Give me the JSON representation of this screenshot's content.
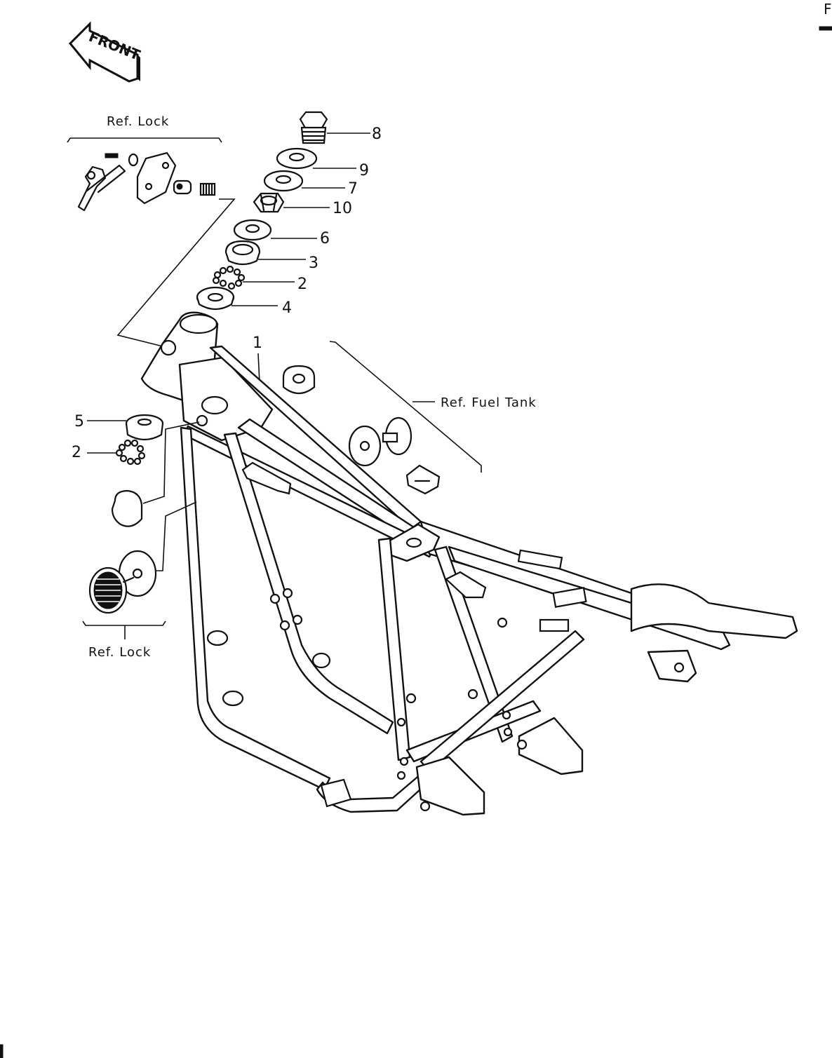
{
  "page_letter": "F",
  "front_arrow": {
    "label": "FRONT",
    "icon": "front-arrow-icon"
  },
  "references": {
    "lock_top": "Ref.  Lock",
    "lock_bottom": "Ref.  Lock",
    "fuel_tank": "Ref.  Fuel Tank"
  },
  "callouts": {
    "c8": "8",
    "c9": "9",
    "c7": "7",
    "c10": "10",
    "c6": "6",
    "c3": "3",
    "c2a": "2",
    "c4": "4",
    "c1": "1",
    "c5": "5",
    "c2b": "2"
  }
}
